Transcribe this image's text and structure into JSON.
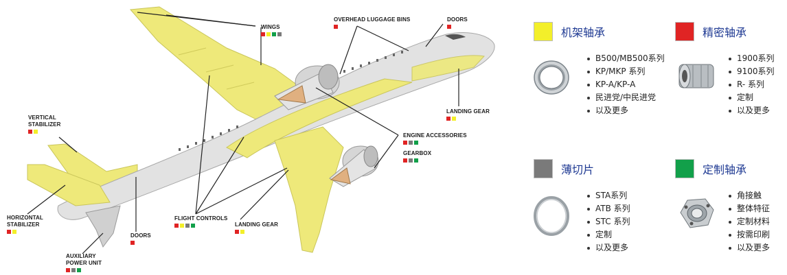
{
  "colors": {
    "yellow": "#f3ef2a",
    "red": "#e02424",
    "gray": "#7a7a7a",
    "green": "#12a04a",
    "plane_highlight": "#eee97a",
    "plane_body": "#d9d9d9",
    "legend_title": "#1f3a93"
  },
  "callouts": {
    "wings": {
      "label": "WINGS",
      "swatches": [
        "red",
        "yellow",
        "green",
        "gray"
      ]
    },
    "overhead_bins": {
      "label": "OVERHEAD LUGGAGE BINS",
      "swatches": [
        "red"
      ]
    },
    "doors_top": {
      "label": "DOORS",
      "swatches": [
        "red"
      ]
    },
    "landing_gear_right": {
      "label": "LANDING GEAR",
      "swatches": [
        "red",
        "yellow"
      ]
    },
    "engine_accessories": {
      "label": "ENGINE ACCESSORIES",
      "swatches": [
        "red",
        "gray",
        "green"
      ]
    },
    "gearbox": {
      "label": "GEARBOX",
      "swatches": [
        "red",
        "gray",
        "green"
      ]
    },
    "vertical_stabilizer": {
      "label": "VERTICAL\nSTABILIZER",
      "swatches": [
        "red",
        "yellow"
      ]
    },
    "horizontal_stabilizer": {
      "label": "HORIZONTAL\nSTABILIZER",
      "swatches": [
        "red",
        "yellow"
      ]
    },
    "auxiliary_power_unit": {
      "label": "AUXILIARY\nPOWER UNIT",
      "swatches": [
        "red",
        "gray",
        "green"
      ]
    },
    "doors_bottom": {
      "label": "DOORS",
      "swatches": [
        "red"
      ]
    },
    "flight_controls": {
      "label": "FLIGHT CONTROLS",
      "swatches": [
        "red",
        "yellow",
        "gray",
        "green"
      ]
    },
    "landing_gear_bottom": {
      "label": "LANDING GEAR",
      "swatches": [
        "red",
        "yellow"
      ]
    }
  },
  "legend": {
    "airframe": {
      "title": "机架轴承",
      "color": "yellow",
      "icon": "airframe-bearing-icon",
      "items": [
        "B500/MB500系列",
        "KP/MKP 系列",
        "KP-A/KP-A",
        "民进党/中民进党",
        "以及更多"
      ]
    },
    "precision": {
      "title": "精密轴承",
      "color": "red",
      "icon": "precision-bearing-icon",
      "items": [
        "1900系列",
        "9100系列",
        "R- 系列",
        "定制",
        "以及更多"
      ]
    },
    "thin_section": {
      "title": "薄切片",
      "color": "gray",
      "icon": "thin-section-bearing-icon",
      "items": [
        "STA系列",
        "ATB 系列",
        "STC 系列",
        "定制",
        "以及更多"
      ]
    },
    "custom": {
      "title": "定制轴承",
      "color": "green",
      "icon": "custom-bearing-icon",
      "items": [
        "角接触",
        "整体特征",
        "定制材料",
        "按需印刷",
        "以及更多"
      ]
    }
  }
}
